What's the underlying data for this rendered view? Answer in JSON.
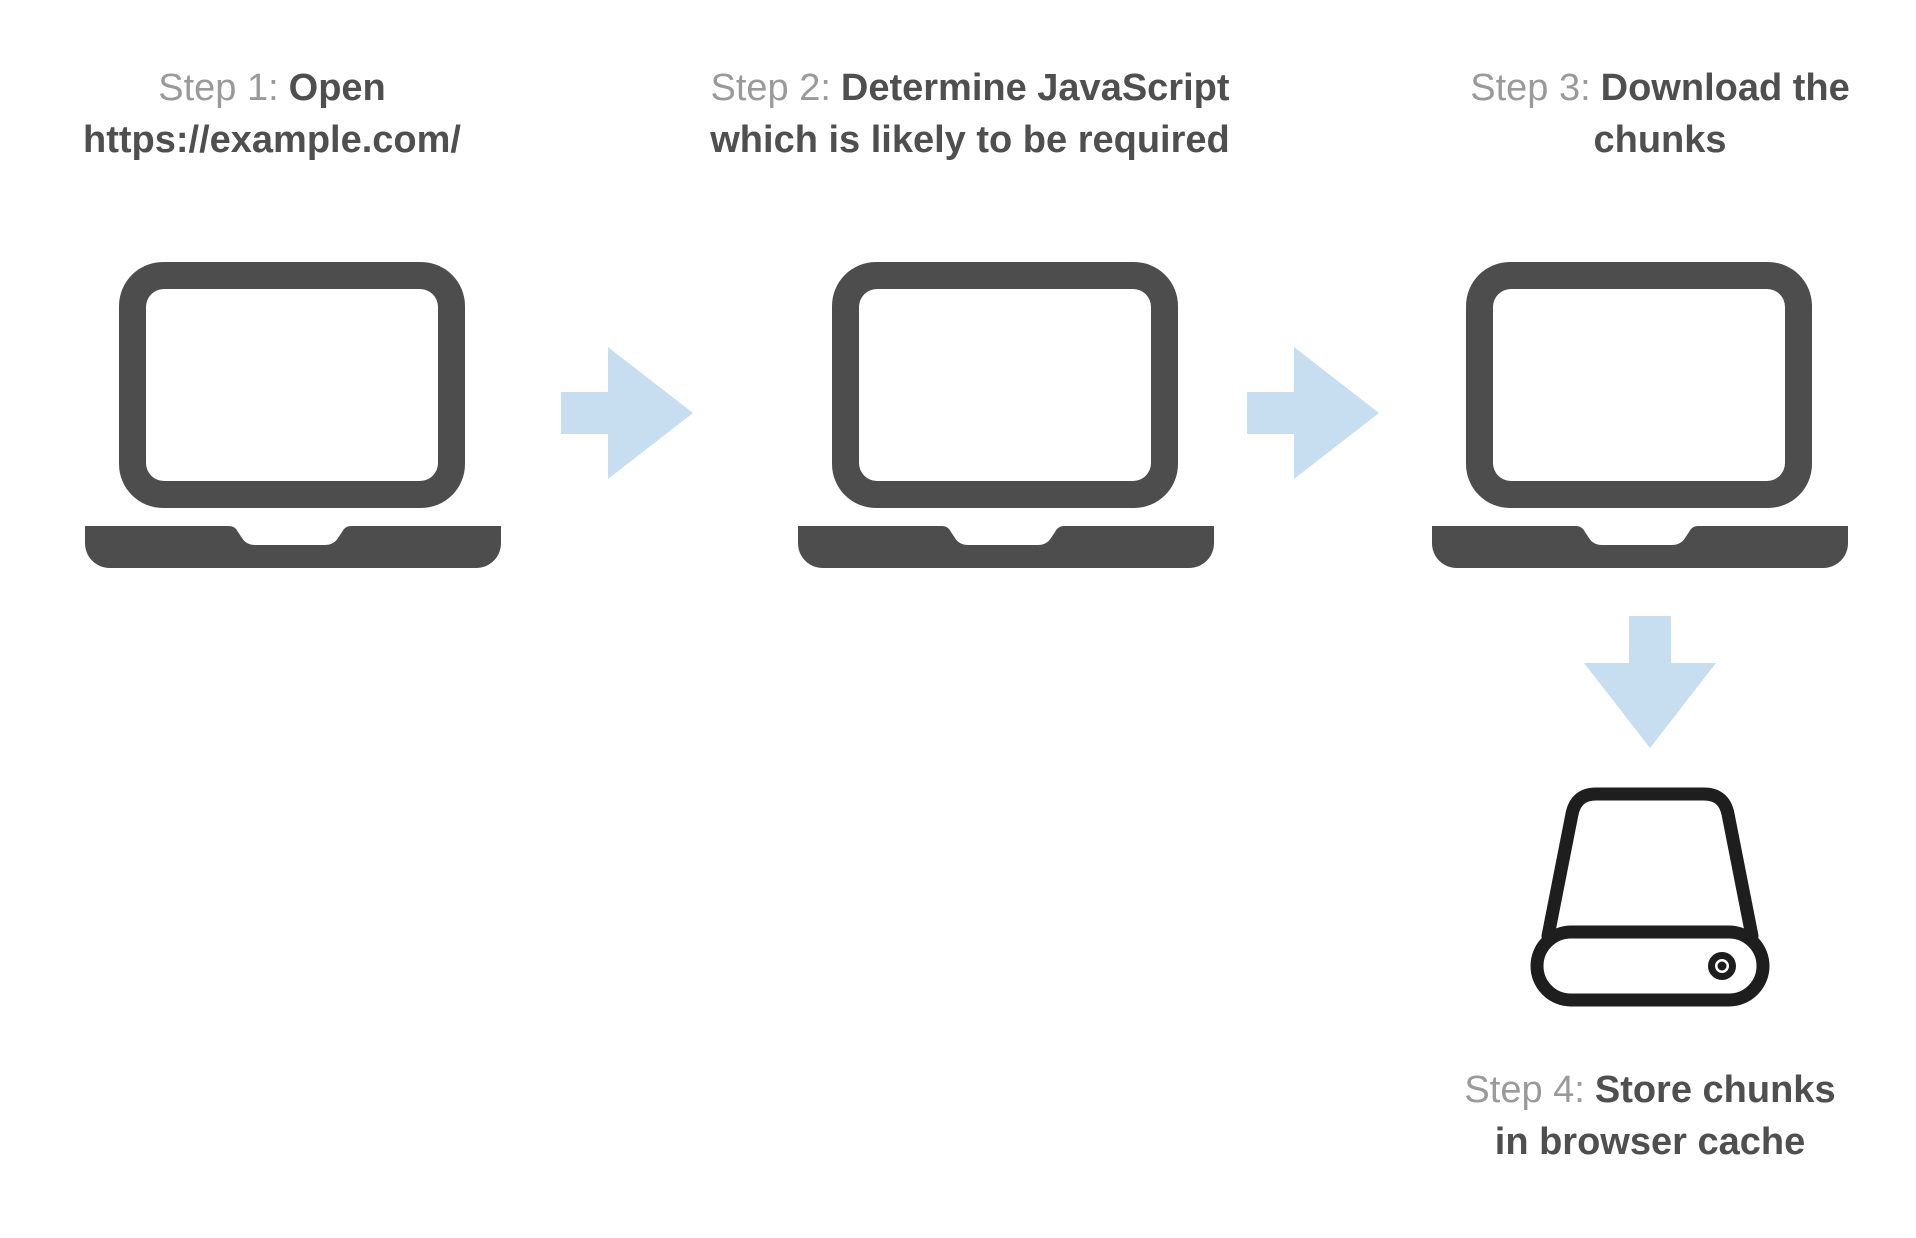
{
  "diagram": {
    "background": "#ffffff",
    "colors": {
      "laptop_dark": "#4d4d4d",
      "drive_outline": "#1e1e1e",
      "arrow_blue": "#c7def1",
      "step_label_gray": "#9a9a9a",
      "step_title_dark": "#4f4f4f"
    },
    "steps": [
      {
        "label": "Step 1:",
        "title_line1": "Open",
        "title_line2": "https://example.com/",
        "icon": "laptop-icon"
      },
      {
        "label": "Step 2:",
        "title_line1": "Determine JavaScript",
        "title_line2": "which is likely to be required",
        "icon": "laptop-icon"
      },
      {
        "label": "Step 3:",
        "title_line1": "Download the",
        "title_line2": "chunks",
        "icon": "laptop-icon"
      },
      {
        "label": "Step 4:",
        "title_line1": "Store chunks",
        "title_line2": "in browser cache",
        "icon": "hard-drive-icon"
      }
    ],
    "connectors": [
      {
        "from_step": 1,
        "to_step": 2,
        "direction": "right"
      },
      {
        "from_step": 2,
        "to_step": 3,
        "direction": "right"
      },
      {
        "from_step": 3,
        "to_step": 4,
        "direction": "down"
      }
    ]
  }
}
